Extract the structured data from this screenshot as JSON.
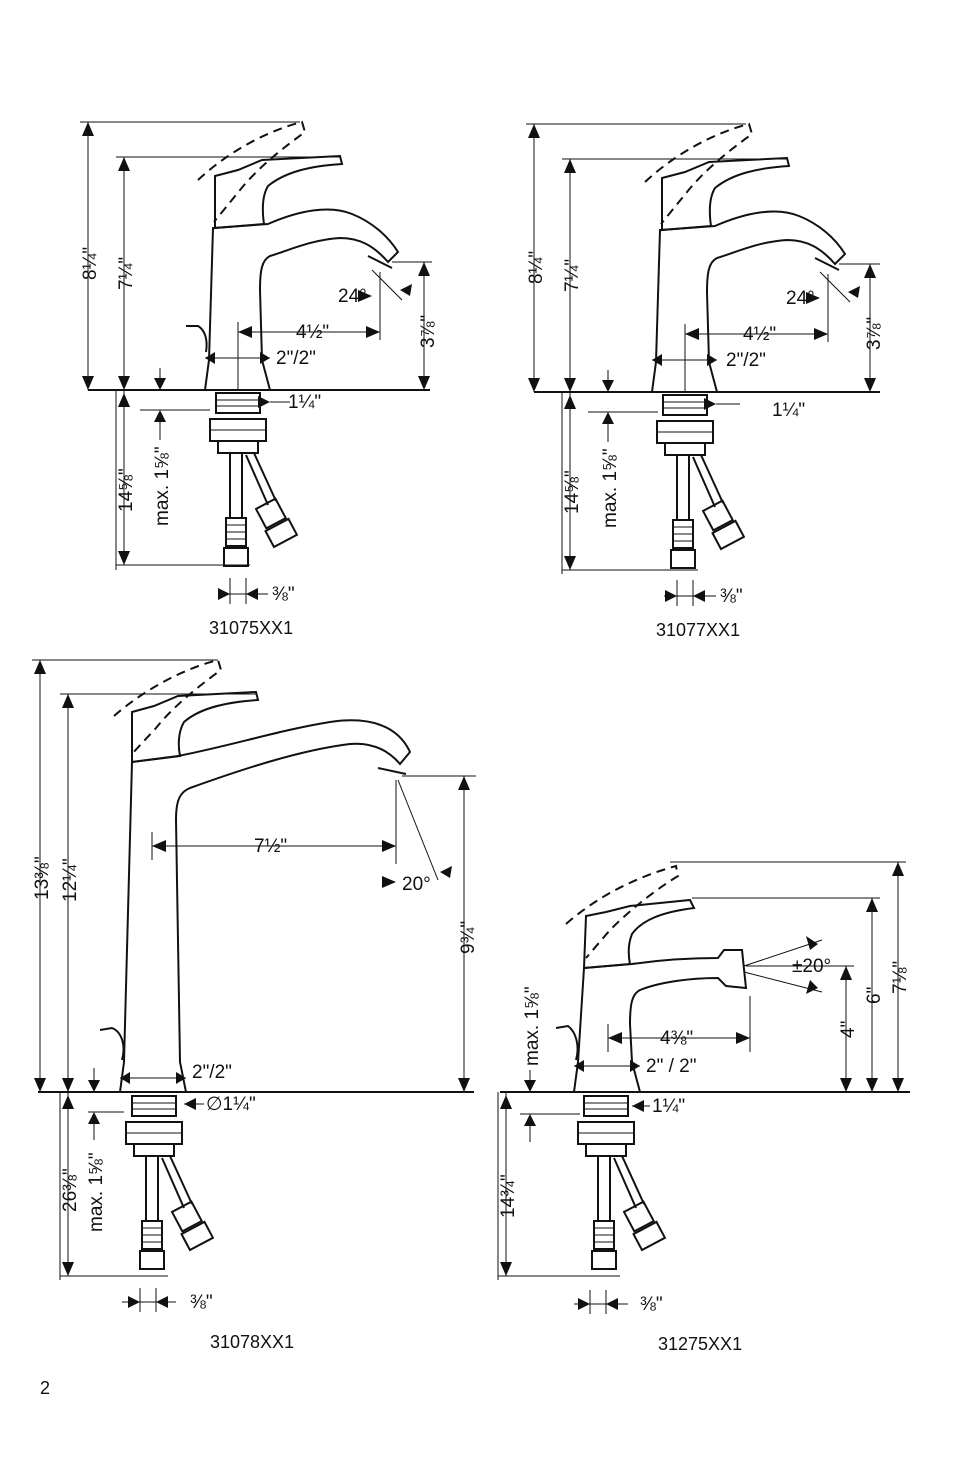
{
  "page_number": "2",
  "drawings": [
    {
      "model": "31075XX1",
      "dims": {
        "overall_height": "8¼\"",
        "spout_height": "7¼\"",
        "reach": "4½\"",
        "spout_clearance": "3⅞\"",
        "angle": "24°",
        "aerator": "2\"/2\"",
        "thread": "1¼\"",
        "max_deck": "max. 1⅝\"",
        "below_deck": "14⅝\"",
        "supply": "⅜\""
      }
    },
    {
      "model": "31077XX1",
      "dims": {
        "overall_height": "8¼\"",
        "spout_height": "7¼\"",
        "reach": "4½\"",
        "spout_clearance": "3⅞\"",
        "angle": "24°",
        "aerator": "2\"/2\"",
        "thread": "1¼\"",
        "max_deck": "max. 1⅝\"",
        "below_deck": "14⅝\"",
        "supply": "⅜\""
      }
    },
    {
      "model": "31078XX1",
      "dims": {
        "overall_height": "13⅜\"",
        "spout_height": "12¼\"",
        "reach": "7½\"",
        "spout_clearance": "9¾\"",
        "angle": "20°",
        "aerator": "2\"/2\"",
        "thread": "∅1¼\"",
        "max_deck": "max. 1⅝\"",
        "below_deck": "26⅜\"",
        "supply": "⅜\""
      }
    },
    {
      "model": "31275XX1",
      "dims": {
        "overall_height": "7⅛\"",
        "spout_height": "6\"",
        "nozzle_height": "4\"",
        "reach": "4⅜\"",
        "angle": "±20°",
        "aerator": "2\" / 2\"",
        "thread": "1¼\"",
        "max_deck": "max. 1⅝\"",
        "below_deck": "14¾\"",
        "supply": "⅜\""
      }
    }
  ]
}
